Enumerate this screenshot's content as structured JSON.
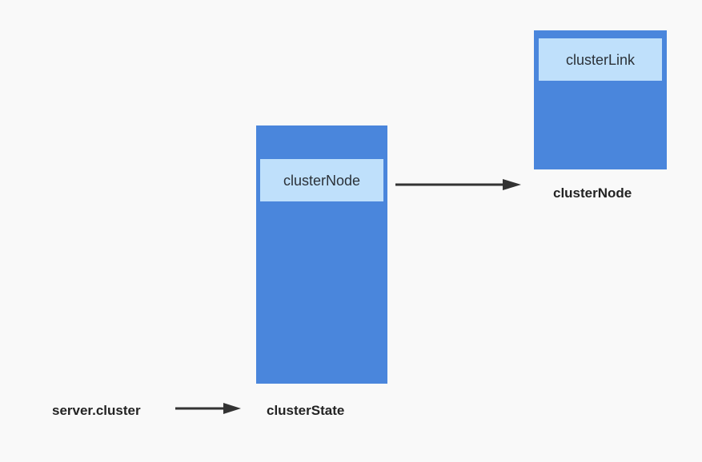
{
  "diagram": {
    "server_cluster_label": "server.cluster",
    "cluster_state": {
      "caption": "clusterState",
      "field": "clusterNode"
    },
    "cluster_node": {
      "caption": "clusterNode",
      "field": "clusterLink"
    }
  },
  "colors": {
    "background": "#f9f9f9",
    "struct_fill": "#4a86dc",
    "field_fill": "#bfe0fb",
    "arrow": "#333333",
    "text": "#232323"
  }
}
